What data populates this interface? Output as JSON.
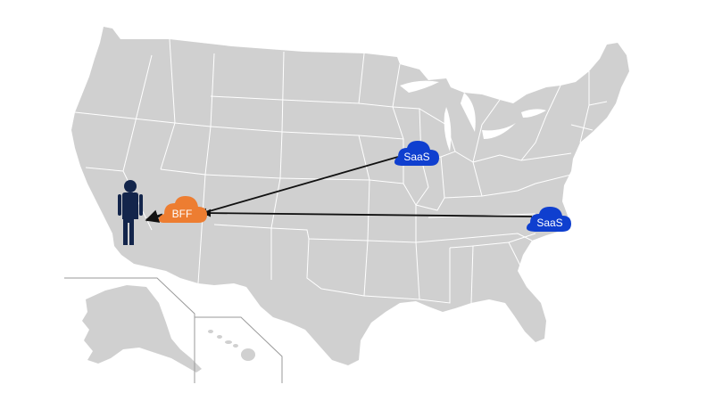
{
  "map": {
    "land_color": "#d0d0d0",
    "state_border_color": "#ffffff",
    "inset_line_color": "#9a9a9a"
  },
  "nodes": {
    "bff": {
      "label": "BFF",
      "color": "#ed7d31",
      "icon": "cloud-icon"
    },
    "saas_midwest": {
      "label": "SaaS",
      "color": "#0f3fcf",
      "icon": "cloud-icon"
    },
    "saas_east": {
      "label": "SaaS",
      "color": "#0f3fcf",
      "icon": "cloud-icon"
    }
  },
  "user": {
    "icon": "person-icon",
    "color": "#13254b"
  },
  "arrows": {
    "color": "#111111"
  }
}
